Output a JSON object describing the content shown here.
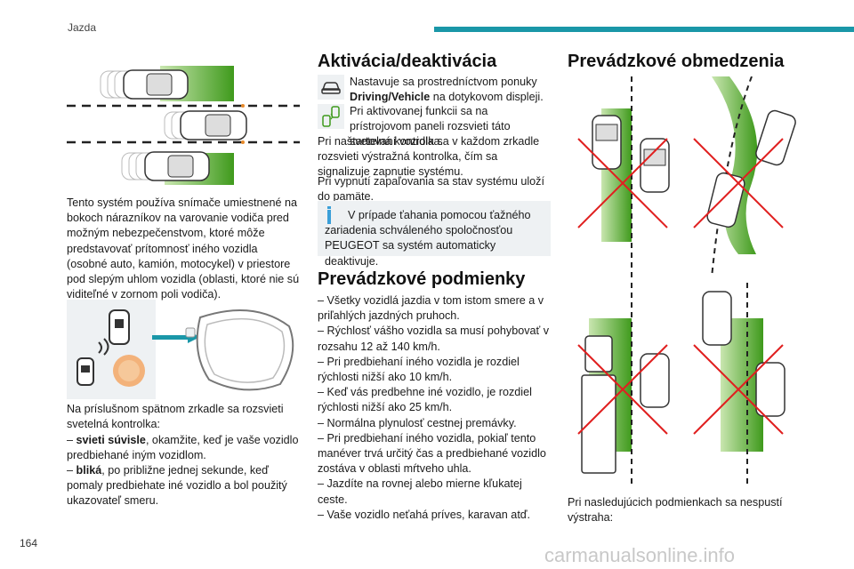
{
  "header": {
    "chapter": "Jazda",
    "page_number": "164"
  },
  "watermark": "carmanualsonline.info",
  "col1": {
    "intro": "Tento systém používa snímače umiestnené na bokoch nárazníkov na varovanie vodiča pred možným nebezpečenstvom, ktoré môže predstavovať prítomnosť iného vozidla (osobné auto, kamión, motocykel) v priestore pod slepým uhlom vozidla (oblasti, ktoré nie sú viditeľné v zornom poli vodiča).",
    "mirror_text": "Na príslušnom spätnom zrkadle sa rozsvieti svetelná kontrolka:",
    "item1_bold": "svieti súvisle",
    "item1_rest": ", okamžite, keď je vaše vozidlo predbiehané iným vozidlom.",
    "item2_bold": "bliká",
    "item2_rest": ", po približne jednej sekunde, keď pomaly predbiehate iné vozidlo a bol použitý ukazovateľ smeru."
  },
  "col2": {
    "title": "Aktivácia/deaktivácia",
    "line1_pre": "Nastavuje sa prostredníctvom ponuky ",
    "line1_bold": "Driving/Vehicle",
    "line1_post": " na dotykovom displeji.",
    "line2": "Pri aktivovanej funkcii sa na prístrojovom paneli rozsvieti táto svetelná kontrolka.",
    "para": "Pri naštartovaní vozidla sa v každom zrkadle rozsvieti výstražná kontrolka, čím sa signalizuje zapnutie systému.",
    "para2": "Pri vypnutí zapaľovania sa stav systému uloží do pamäte.",
    "note": "V prípade ťahania pomocou ťažného zariadenia schváleného spoločnosťou PEUGEOT sa systém automaticky deaktivuje.",
    "title2": "Prevádzkové podmienky",
    "conditions": [
      "–  Všetky vozidlá jazdia v tom istom smere a v priľahlých jazdných pruhoch.",
      "–  Rýchlosť vášho vozidla sa musí pohybovať v rozsahu 12 až 140 km/h.",
      "–  Pri predbiehaní iného vozidla je rozdiel rýchlosti nižší ako 10 km/h.",
      "–  Keď vás predbehne iné vozidlo, je rozdiel rýchlosti nižší ako 25 km/h.",
      "–  Normálna plynulosť cestnej premávky.",
      "–  Pri predbiehaní iného vozidla, pokiaľ tento manéver trvá určitý čas a predbiehané vozidlo zostáva v oblasti mŕtveho uhla.",
      "–  Jazdíte na rovnej alebo mierne kľukatej ceste.",
      "–  Vaše vozidlo neťahá príves, karavan atď."
    ]
  },
  "col3": {
    "title": "Prevádzkové obmedzenia",
    "footer": "Pri nasledujúcich podmienkach sa nespustí výstraha:"
  },
  "colors": {
    "accent": "#1a97a8",
    "green": "#3f9a1c",
    "red": "#e02020",
    "info": "#3a9fd8"
  }
}
